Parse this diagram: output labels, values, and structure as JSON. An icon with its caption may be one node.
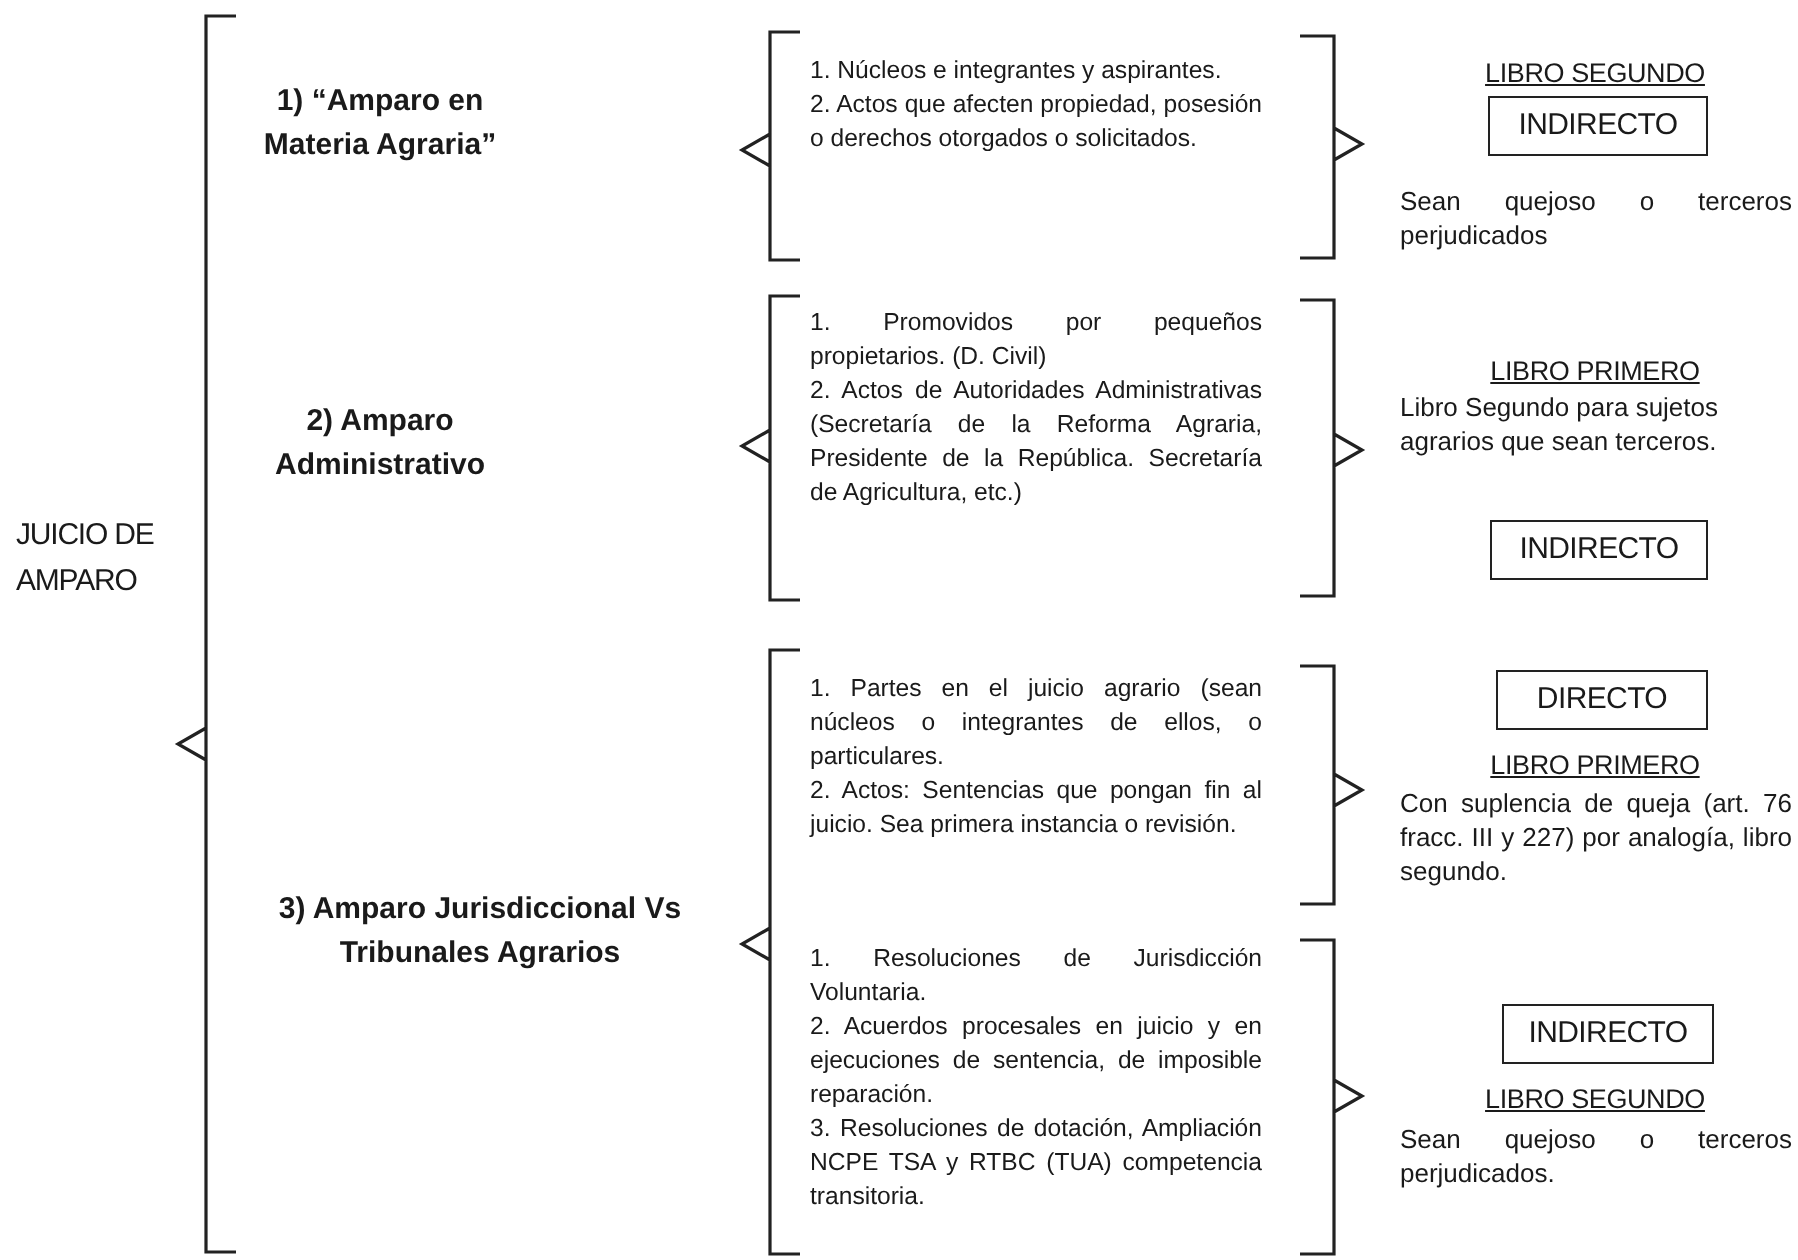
{
  "diagram": {
    "nodes": [
      {
        "text": [
          "JUICIO DE AMPARO"
        ]
      },
      {
        "text": [
          "1) “Amparo en Materia Agraria”"
        ]
      },
      {
        "text": [
          "2) Amparo Administrativo"
        ]
      },
      {
        "text": [
          "3) Amparo Jurisdiccional Vs Tribunales Agrarios"
        ]
      },
      {
        "text": [
          "1. Núcleos e integrantes y aspirantes.",
          "2. Actos que afecten propiedad, posesión o derechos otorgados o solicitados."
        ]
      },
      {
        "text": [
          "1. Promovidos por pequeños propietarios. (D. Civil)",
          "2. Actos de Autoridades Administrativas (Secretaría de la Reforma Agraria, Presidente de la República. Secretaría de Agricultura, etc.)"
        ]
      },
      {
        "text": [
          "1. Partes en el juicio agrario (sean núcleos o integrantes de ellos, o particulares.",
          "2. Actos: Sentencias que pongan fin al juicio. Sea primera instancia o revisión."
        ]
      },
      {
        "text": [
          "1. Resoluciones de Jurisdicción Voluntaria.",
          "2. Acuerdos procesales en juicio y en ejecuciones de sentencia, de imposible reparación.",
          "3. Resoluciones de dotación, Ampliación NCPE TSA y RTBC (TUA) competencia transitoria."
        ]
      },
      {
        "text": [
          "INDIRECTO"
        ],
        "beside": [
          "LIBRO SEGUNDO",
          "Sean quejoso o terceros perjudicados"
        ]
      },
      {
        "text": [
          "INDIRECTO"
        ],
        "beside": [
          "LIBRO PRIMERO",
          "Libro Segundo para sujetos agrarios que sean terceros."
        ]
      },
      {
        "text": [
          "DIRECTO"
        ],
        "beside": [
          "LIBRO PRIMERO",
          "Con suplencia de queja (art. 76 fracc. III y 227) por analogía, libro segundo."
        ]
      },
      {
        "text": [
          "INDIRECTO"
        ],
        "beside": [
          "LIBRO SEGUNDO",
          "Sean quejoso o terceros perjudicados."
        ]
      }
    ]
  }
}
